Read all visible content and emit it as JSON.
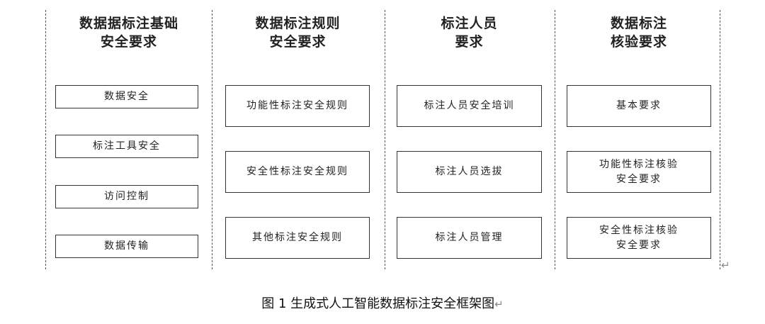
{
  "columns": [
    {
      "title_lines": [
        "数据据标注基础",
        "安全要求"
      ],
      "items": [
        {
          "lines": [
            "数据安全"
          ]
        },
        {
          "lines": [
            "标注工具安全"
          ]
        },
        {
          "lines": [
            "访问控制"
          ]
        },
        {
          "lines": [
            "数据传输"
          ]
        }
      ]
    },
    {
      "title_lines": [
        "数据标注规则",
        "安全要求"
      ],
      "items": [
        {
          "lines": [
            "功能性标注安全规则"
          ]
        },
        {
          "lines": [
            "安全性标注安全规则"
          ]
        },
        {
          "lines": [
            "其他标注安全规则"
          ]
        }
      ]
    },
    {
      "title_lines": [
        "标注人员",
        "要求"
      ],
      "items": [
        {
          "lines": [
            "标注人员安全培训"
          ]
        },
        {
          "lines": [
            "标注人员选拔"
          ]
        },
        {
          "lines": [
            "标注人员管理"
          ]
        }
      ]
    },
    {
      "title_lines": [
        "数据标注",
        "核验要求"
      ],
      "items": [
        {
          "lines": [
            "基本要求"
          ]
        },
        {
          "lines": [
            "功能性标注核验",
            "安全要求"
          ]
        },
        {
          "lines": [
            "安全性标注核验",
            "安全要求"
          ]
        }
      ]
    }
  ],
  "return_mark": "↵",
  "caption": {
    "figure_label": "图 1 生成式人工智能数据标注安全框架图",
    "return_mark": "↵"
  }
}
